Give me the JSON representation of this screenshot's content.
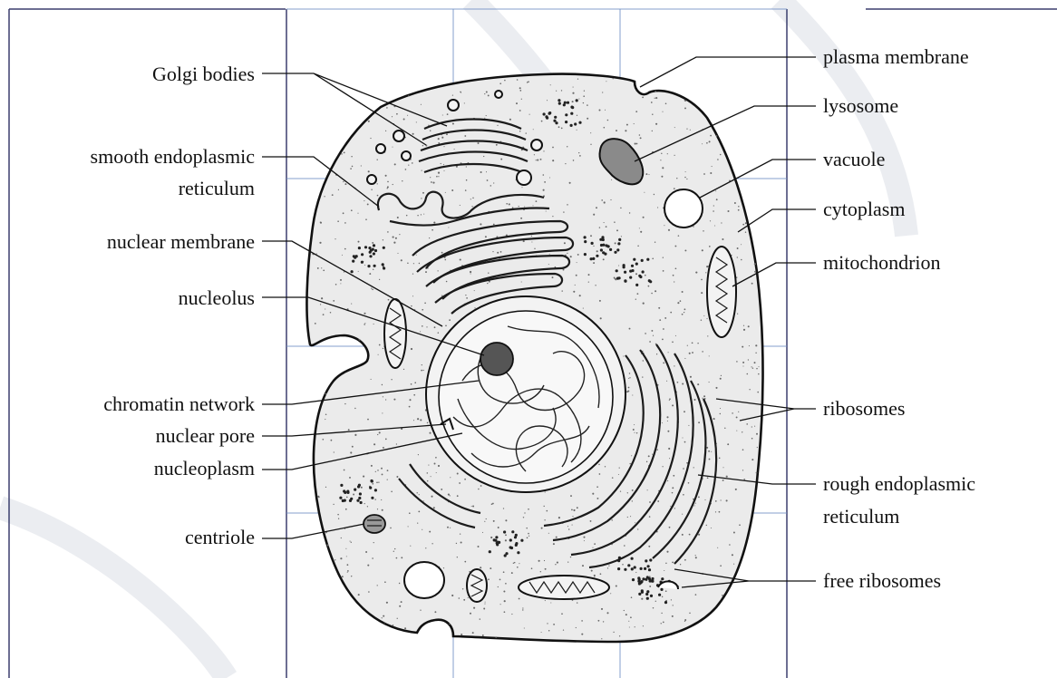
{
  "diagram": {
    "labels_left": [
      {
        "id": "golgi",
        "text": "Golgi bodies"
      },
      {
        "id": "ser",
        "text": "smooth endoplasmic",
        "text2": "reticulum"
      },
      {
        "id": "nucmem",
        "text": "nuclear membrane"
      },
      {
        "id": "nucleolus",
        "text": "nucleolus"
      },
      {
        "id": "chromatin",
        "text": "chromatin network"
      },
      {
        "id": "pore",
        "text": "nuclear pore"
      },
      {
        "id": "nucleoplasm",
        "text": "nucleoplasm"
      },
      {
        "id": "centriole",
        "text": "centriole"
      }
    ],
    "labels_right": [
      {
        "id": "plasma",
        "text": "plasma membrane"
      },
      {
        "id": "lysosome",
        "text": "lysosome"
      },
      {
        "id": "vacuole",
        "text": "vacuole"
      },
      {
        "id": "cytoplasm",
        "text": "cytoplasm"
      },
      {
        "id": "mito",
        "text": "mitochondrion"
      },
      {
        "id": "ribosomes",
        "text": "ribosomes"
      },
      {
        "id": "rer",
        "text": "rough endoplasmic",
        "text2": "reticulum"
      },
      {
        "id": "free",
        "text": "free ribosomes"
      }
    ]
  },
  "colors": {
    "frame": "#3b3f6e",
    "grid": "#6f8fc4",
    "cell_fill": "#ebebeb",
    "ink": "#111111"
  }
}
